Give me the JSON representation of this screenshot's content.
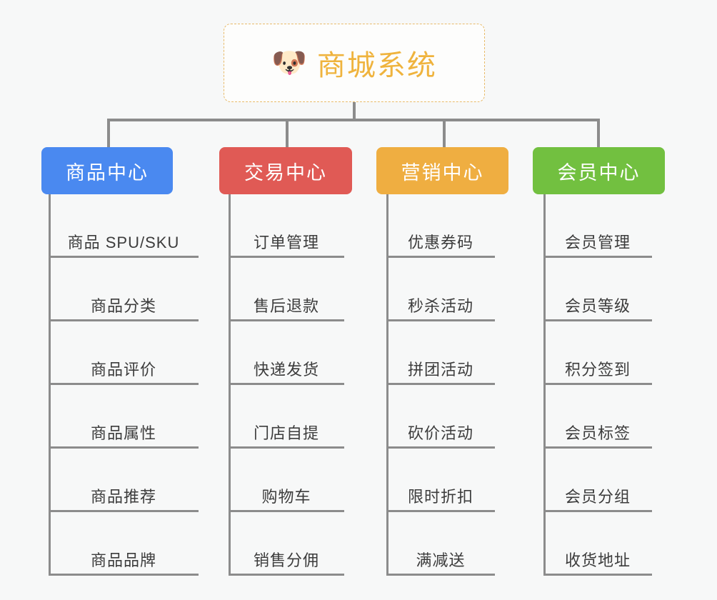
{
  "root": {
    "icon": "shiba-dog-face-emoji",
    "emoji": "🐶",
    "title": "商城系统",
    "title_color": "#efb33d",
    "border_color": "#e8bb6a"
  },
  "connector_color": "#8c8c8c",
  "background_color": "#f7f8f8",
  "columns": [
    {
      "header": "商品中心",
      "color": "#4a89f0",
      "items": [
        "商品 SPU/SKU",
        "商品分类",
        "商品评价",
        "商品属性",
        "商品推荐",
        "商品品牌"
      ]
    },
    {
      "header": "交易中心",
      "color": "#e05a55",
      "items": [
        "订单管理",
        "售后退款",
        "快递发货",
        "门店自提",
        "购物车",
        "销售分佣"
      ]
    },
    {
      "header": "营销中心",
      "color": "#efae41",
      "items": [
        "优惠券码",
        "秒杀活动",
        "拼团活动",
        "砍价活动",
        "限时折扣",
        "满减送"
      ]
    },
    {
      "header": "会员中心",
      "color": "#72c040",
      "items": [
        "会员管理",
        "会员等级",
        "积分签到",
        "会员标签",
        "会员分组",
        "收货地址"
      ]
    }
  ]
}
